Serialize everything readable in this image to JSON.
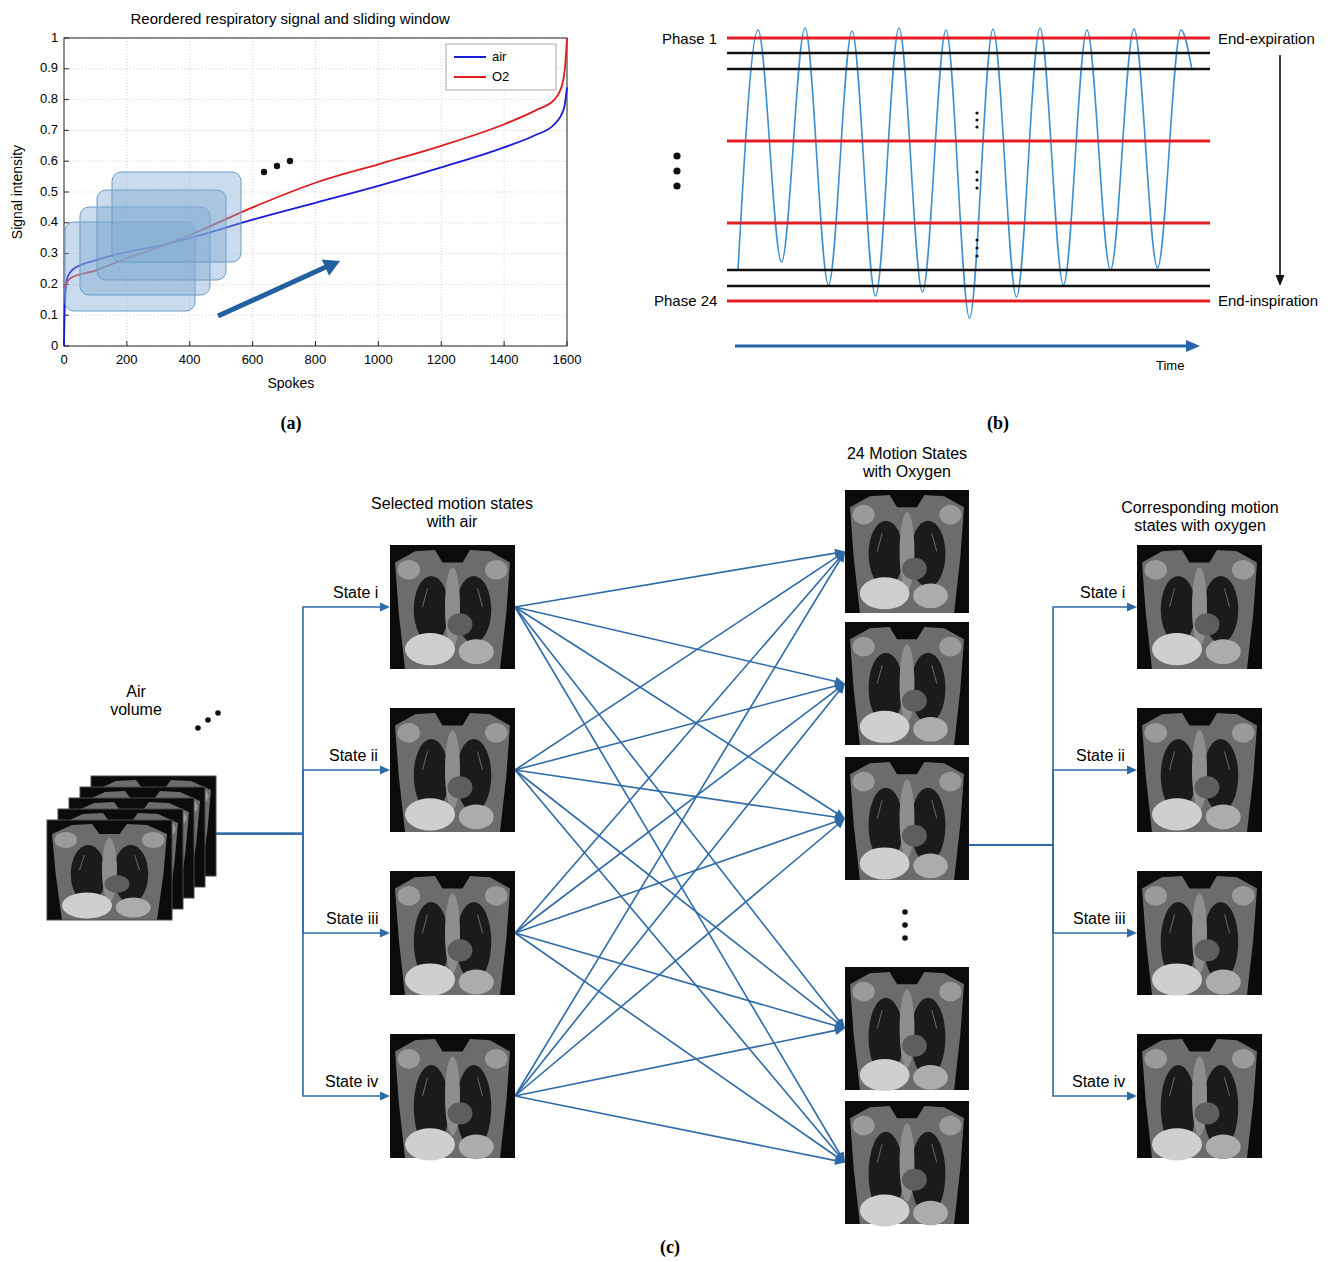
{
  "diagram": {
    "nodes": [
      {
        "text": [
          "Air volume"
        ]
      },
      {
        "text": [
          "State i"
        ]
      },
      {
        "text": [
          "State ii"
        ]
      },
      {
        "text": [
          "State iii"
        ]
      },
      {
        "text": [
          "State iv"
        ]
      },
      {
        "text": [
          "24 Motion States with Oxygen"
        ]
      },
      {
        "text": [
          "State i"
        ]
      },
      {
        "text": [
          "State ii"
        ]
      },
      {
        "text": [
          "State iii"
        ]
      },
      {
        "text": [
          "State iv"
        ]
      }
    ],
    "edges": [
      {
        "from": 0,
        "to": 1,
        "arrow": "to"
      },
      {
        "from": 0,
        "to": 2,
        "arrow": "to"
      },
      {
        "from": 0,
        "to": 3,
        "arrow": "to"
      },
      {
        "from": 0,
        "to": 4,
        "arrow": "to"
      },
      {
        "from": 1,
        "to": 5,
        "arrow": "to"
      },
      {
        "from": 2,
        "to": 5,
        "arrow": "to"
      },
      {
        "from": 3,
        "to": 5,
        "arrow": "to"
      },
      {
        "from": 4,
        "to": 5,
        "arrow": "to"
      },
      {
        "from": 5,
        "to": 6,
        "arrow": "to"
      },
      {
        "from": 5,
        "to": 7,
        "arrow": "to"
      },
      {
        "from": 5,
        "to": 8,
        "arrow": "to"
      },
      {
        "from": 5,
        "to": 9,
        "arrow": "to"
      }
    ],
    "labels": [
      "Reordered respiratory signal and sliding window",
      "1",
      "0.9",
      "0.8",
      "0.7",
      "0.6",
      "0.5",
      "0.4",
      "0.3",
      "0.2",
      "0.1",
      "0",
      "Signal intensity",
      "0",
      "200",
      "400",
      "600",
      "800",
      "1000",
      "1200",
      "1400",
      "1600",
      "Spokes",
      "(a)",
      "Phase 1",
      "End-expiration",
      "Phase 24",
      "End-inspiration",
      "Time",
      "(b)",
      "Selected motion states with air",
      "Corresponding motion states with oxygen",
      "(c)"
    ],
    "legend": [
      {
        "text": "air"
      },
      {
        "text": "O2"
      }
    ]
  }
}
